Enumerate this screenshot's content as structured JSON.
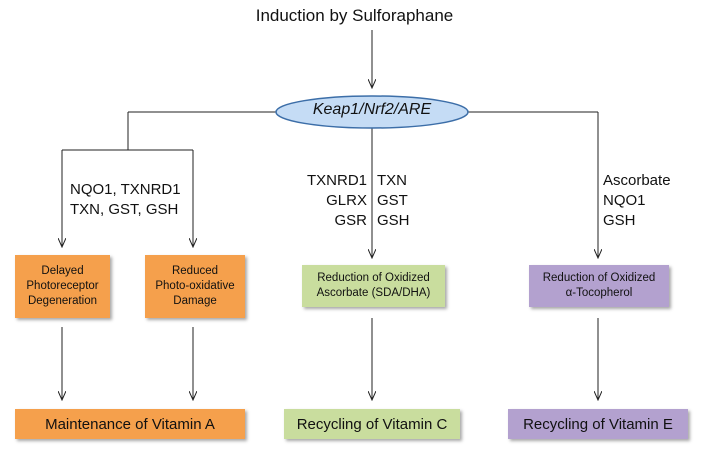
{
  "title": "Induction by Sulforaphane",
  "hub": "Keap1/Nrf2/ARE",
  "colors": {
    "orange": "#f5a04c",
    "green": "#c9dd9e",
    "purple": "#b3a1cf",
    "hub_fill": "#c5dcf5",
    "hub_stroke": "#3c6ea8"
  },
  "left_genes": [
    "NQO1, TXNRD1",
    "TXN, GST, GSH"
  ],
  "middle_genes": {
    "left_col": [
      "TXNRD1",
      "GLRX",
      "GSR"
    ],
    "right_col": [
      "TXN",
      "GST",
      "GSH"
    ]
  },
  "right_genes": [
    "Ascorbate",
    "NQO1",
    "GSH"
  ],
  "effects": {
    "delayed": [
      "Delayed",
      "Photoreceptor",
      "Degeneration"
    ],
    "reduced": [
      "Reduced",
      "Photo-oxidative",
      "Damage"
    ],
    "ascorbate": [
      "Reduction of Oxidized",
      "Ascorbate (SDA/DHA)"
    ],
    "tocopherol": [
      "Reduction of Oxidized",
      "α-Tocopherol"
    ]
  },
  "outcomes": {
    "vitamin_a": "Maintenance of Vitamin A",
    "vitamin_c": "Recycling of Vitamin C",
    "vitamin_e": "Recycling of Vitamin E"
  }
}
